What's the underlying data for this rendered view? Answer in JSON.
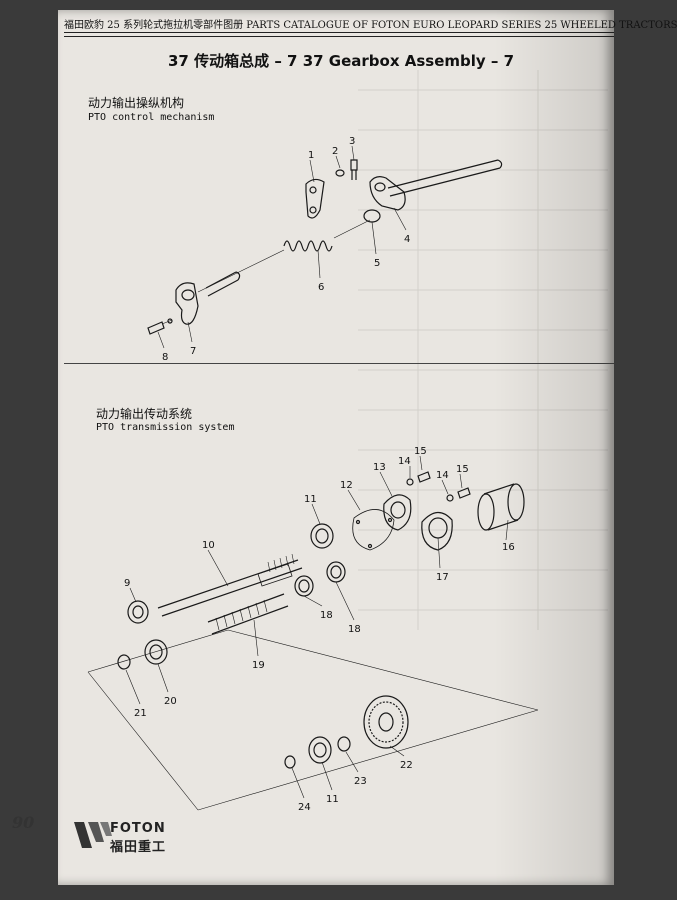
{
  "header": {
    "catalogue_line": "福田欧豹 25 系列轮式拖拉机零部件图册   PARTS CATALOGUE  OF FOTON EURO LEOPARD SERIES 25 WHEELED TRACTORS"
  },
  "title": "37  传动箱总成 – 7   37  Gearbox Assembly – 7",
  "section1": {
    "title_cn": "动力输出操纵机构",
    "title_en": "PTO control mechanism",
    "callouts": [
      "1",
      "2",
      "3",
      "4",
      "5",
      "6",
      "7",
      "8"
    ]
  },
  "section2": {
    "title_cn": "动力输出传动系统",
    "title_en": "PTO transmission system",
    "callouts": [
      "9",
      "10",
      "11",
      "12",
      "13",
      "14",
      "15",
      "14",
      "15",
      "16",
      "17",
      "18",
      "18",
      "19",
      "20",
      "21",
      "22",
      "23",
      "11",
      "24"
    ]
  },
  "footer": {
    "page_number": "90",
    "brand_en": "FOTON",
    "brand_cn": "福田重工",
    "logo_icon": "foton-logo-icon"
  },
  "colors": {
    "paper": "#e9e6e1",
    "ink": "#111111",
    "background": "#3a3a3a"
  }
}
